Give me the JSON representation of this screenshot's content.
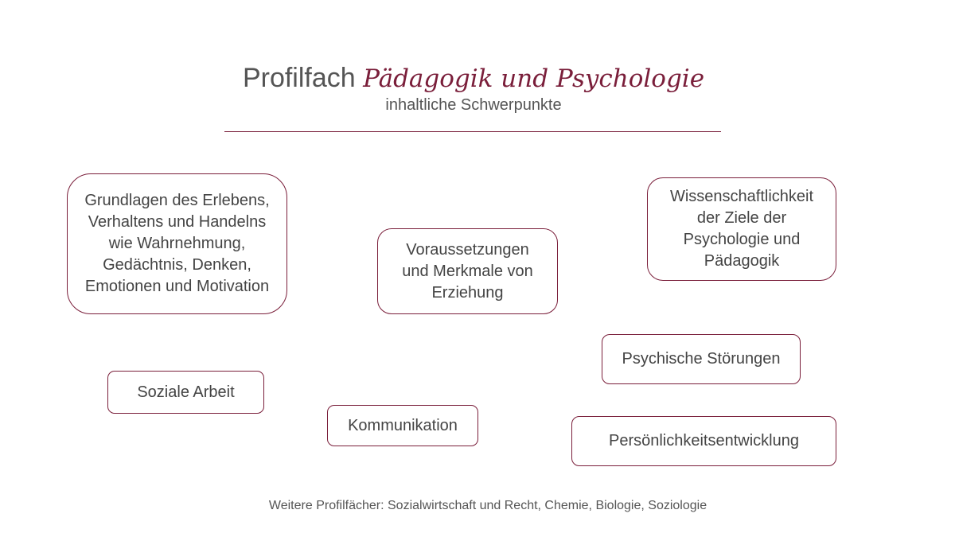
{
  "header": {
    "title_prefix": "Profilfach",
    "title_accent": "Pädagogik und Psychologie",
    "subtitle": "inhaltliche Schwerpunkte"
  },
  "topics": [
    "Grundlagen des Erlebens,\nVerhaltens und Handelns\nwie Wahrnehmung,\nGedächtnis, Denken,\nEmotionen und Motivation",
    "Voraussetzungen\nund Merkmale von\nErziehung",
    "Wissenschaftlichkeit\nder Ziele der\nPsychologie und\nPädagogik",
    "Psychische Störungen",
    "Soziale Arbeit",
    "Kommunikation",
    "Persönlichkeitsentwicklung"
  ],
  "footer": "Weitere Profilfächer: Sozialwirtschaft und Recht, Chemie, Biologie, Soziologie",
  "colors": {
    "accent": "#7a1e3a",
    "text": "#444444"
  }
}
